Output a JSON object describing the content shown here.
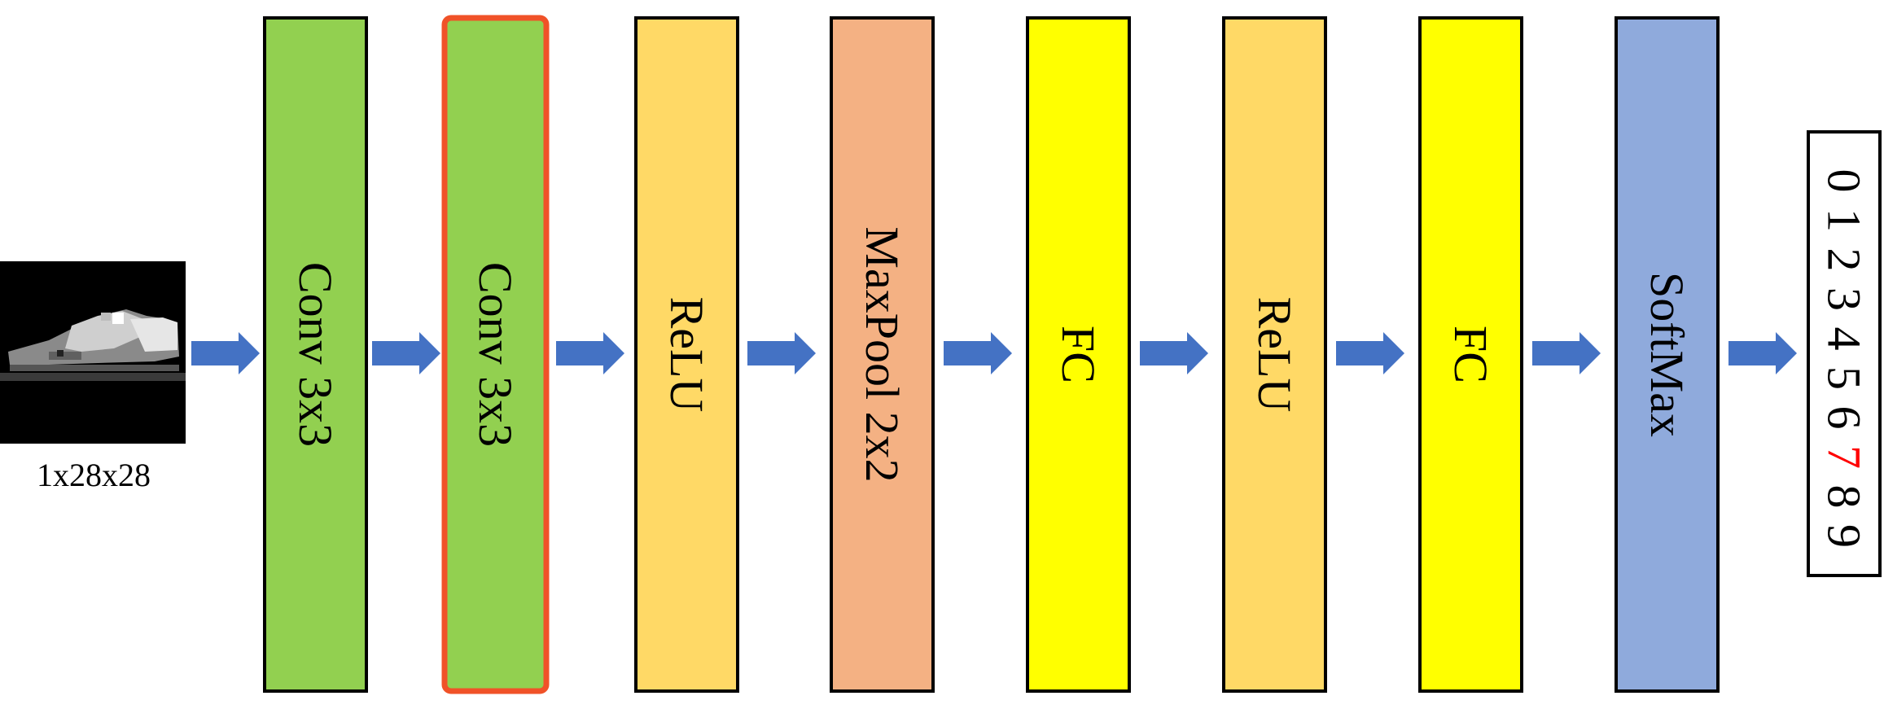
{
  "input": {
    "caption": "1x28x28",
    "image_description": "grayscale sneaker image"
  },
  "layers": [
    {
      "label": "Conv 3x3",
      "color": "#92D050",
      "border": "#000000",
      "highlighted": false
    },
    {
      "label": "Conv 3x3",
      "color": "#92D050",
      "border": "#F05228",
      "highlighted": true
    },
    {
      "label": "ReLU",
      "color": "#FFD966",
      "border": "#000000",
      "highlighted": false
    },
    {
      "label": "MaxPool 2x2",
      "color": "#F4B183",
      "border": "#000000",
      "highlighted": false
    },
    {
      "label": "FC",
      "color": "#FFFF00",
      "border": "#000000",
      "highlighted": false
    },
    {
      "label": "ReLU",
      "color": "#FFD966",
      "border": "#000000",
      "highlighted": false
    },
    {
      "label": "FC",
      "color": "#FFFF00",
      "border": "#000000",
      "highlighted": false
    },
    {
      "label": "SoftMax",
      "color": "#8FAADC",
      "border": "#000000",
      "highlighted": false
    }
  ],
  "output": {
    "digits": [
      "0",
      "1",
      "2",
      "3",
      "4",
      "5",
      "6",
      "7",
      "8",
      "9"
    ],
    "highlighted_digit": "7",
    "highlight_color": "#FF0000"
  },
  "arrow_color": "#4472C4"
}
